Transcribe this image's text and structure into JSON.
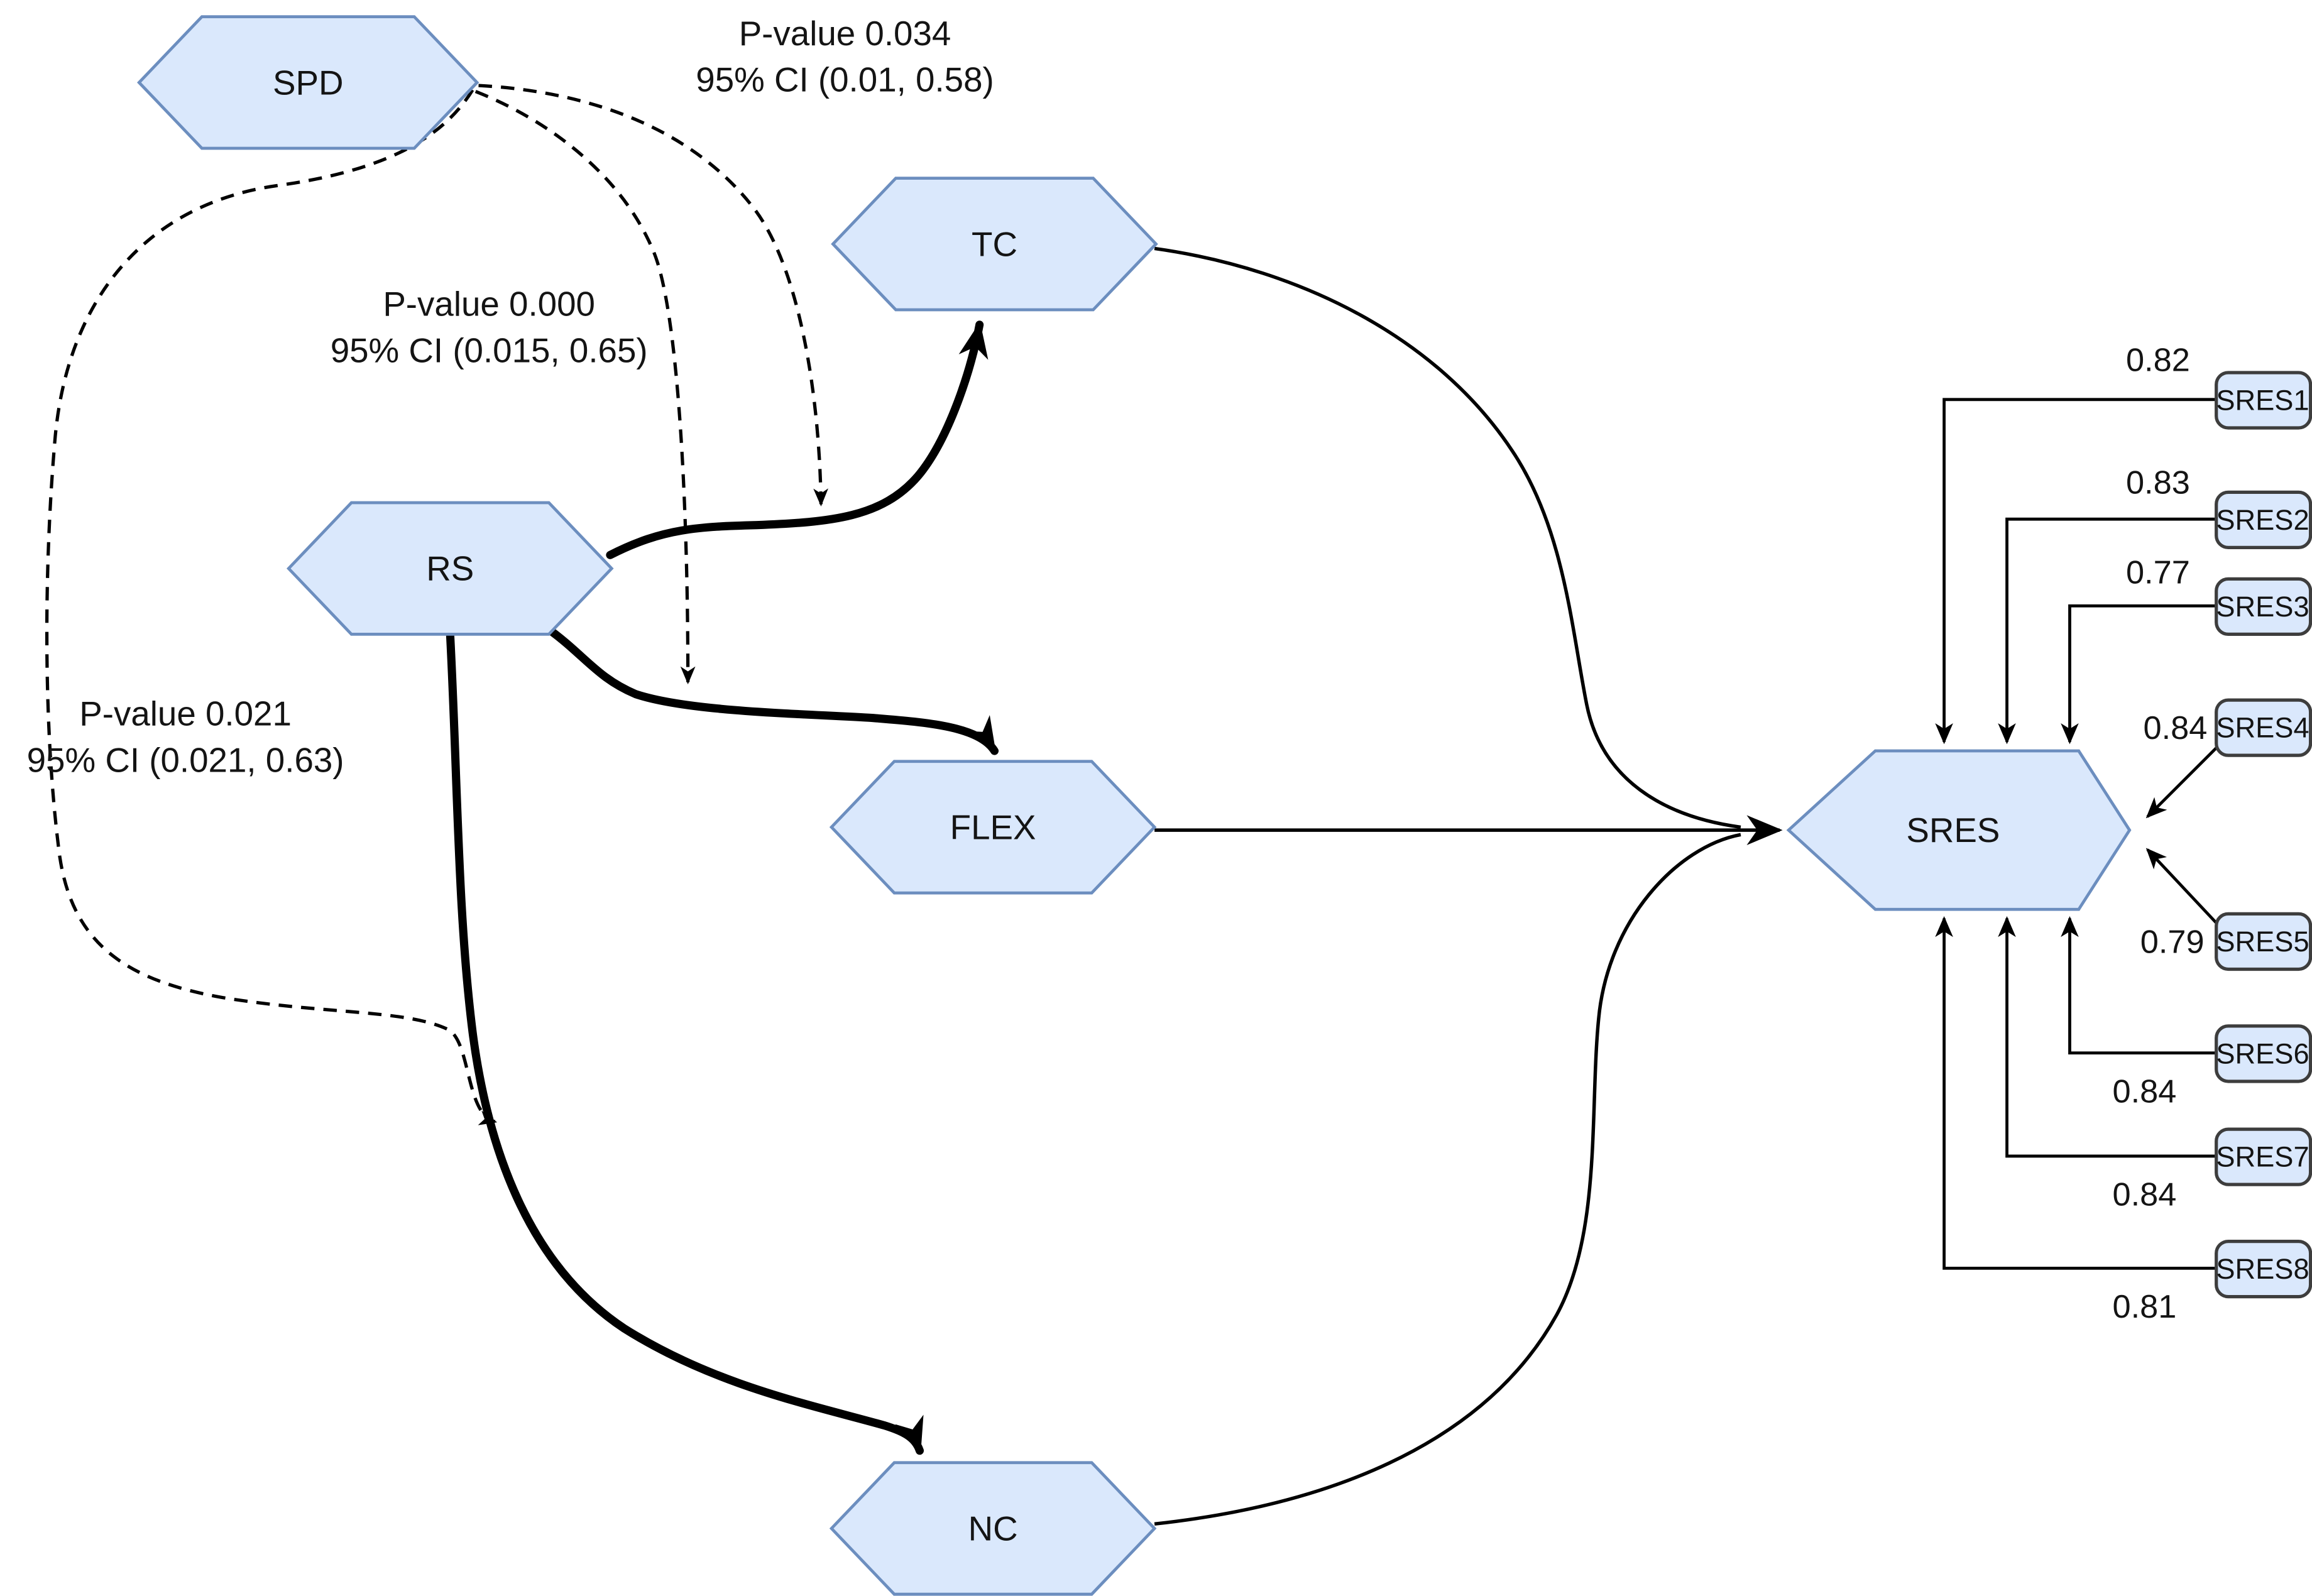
{
  "diagram": {
    "latent_nodes": {
      "spd": {
        "label": "SPD"
      },
      "tc": {
        "label": "TC"
      },
      "rs": {
        "label": "RS"
      },
      "flex": {
        "label": "FLEX"
      },
      "nc": {
        "label": "NC"
      },
      "sres": {
        "label": "SRES"
      }
    },
    "path_annotations": {
      "spd_on_rs_tc": {
        "p_value": "P-value 0.034",
        "ci": "95% CI (0.01, 0.58)"
      },
      "spd_on_rs_flex": {
        "p_value": "P-value 0.000",
        "ci": "95% CI (0.015, 0.65)"
      },
      "spd_on_rs_nc": {
        "p_value": "P-value 0.021",
        "ci": "95% CI (0.021, 0.63)"
      }
    },
    "indicators": [
      {
        "label": "SRES1",
        "loading": "0.82"
      },
      {
        "label": "SRES2",
        "loading": "0.83"
      },
      {
        "label": "SRES3",
        "loading": "0.77"
      },
      {
        "label": "SRES4",
        "loading": "0.84"
      },
      {
        "label": "SRES5",
        "loading": "0.79"
      },
      {
        "label": "SRES6",
        "loading": "0.84"
      },
      {
        "label": "SRES7",
        "loading": "0.84"
      },
      {
        "label": "SRES8",
        "loading": "0.81"
      }
    ],
    "colors": {
      "node_fill": "#dae8fc",
      "node_stroke": "#6c8ebf",
      "box_stroke": "#3d3d3d",
      "line": "#000000",
      "text": "#141414",
      "background": "#ffffff"
    }
  }
}
